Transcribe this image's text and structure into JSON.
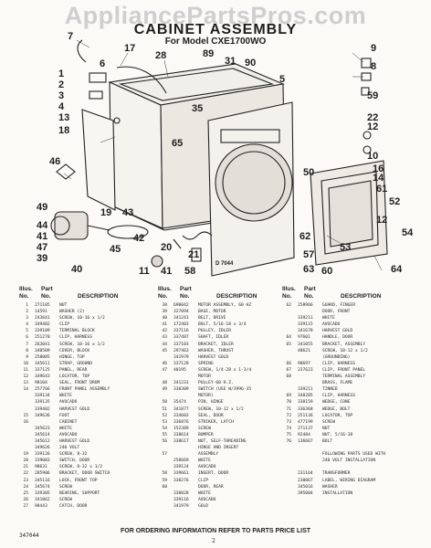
{
  "watermark": "AppliancePartsPros.com",
  "title": "CABINET ASSEMBLY",
  "model": "For Model CXE1700WO",
  "diagram_code": "D 7044",
  "callouts": [
    "7",
    "6",
    "17",
    "28",
    "89",
    "31",
    "90",
    "9",
    "8",
    "1",
    "2",
    "3",
    "4",
    "13",
    "18",
    "65",
    "35",
    "5",
    "59",
    "22",
    "12",
    "46",
    "10",
    "16",
    "14",
    "50",
    "61",
    "52",
    "12",
    "49",
    "44",
    "41",
    "47",
    "39",
    "43",
    "42",
    "45",
    "40",
    "20",
    "21",
    "58",
    "62",
    "41",
    "11",
    "63",
    "54",
    "64",
    "57",
    "60",
    "19",
    "53"
  ],
  "headers": {
    "illus": "Illus.",
    "no": "No.",
    "part": "Part",
    "pno": "No.",
    "desc": "DESCRIPTION"
  },
  "col1": [
    [
      "1",
      "271105",
      "NUT"
    ],
    [
      "2",
      "14591",
      "WASHER (2)"
    ],
    [
      "3",
      "243641",
      "SCREW, 10-16 x 1/2"
    ],
    [
      "4",
      "349402",
      "CLIP"
    ],
    [
      "5",
      "339109",
      "TERMINAL BLOCK"
    ],
    [
      "6",
      "251270",
      "CLIP, HARNESS"
    ],
    [
      "7",
      "263041",
      "SCREW, 10-16 x 1/2"
    ],
    [
      "8",
      "340509",
      "COVER, BLOCK"
    ],
    [
      "9",
      "258085",
      "HINGE, TOP"
    ],
    [
      "10",
      "345611",
      "STRAP, GROUND"
    ],
    [
      "11",
      "337125",
      "PANEL, REAR"
    ],
    [
      "12",
      "349643",
      "LOCATOR, TOP"
    ],
    [
      "13",
      "98104",
      "SEAL, FRONT DRUM"
    ],
    [
      "14",
      "257766",
      "FRONT PANEL ASSEMBLY"
    ],
    [
      "",
      "339134",
      "WHITE"
    ],
    [
      "",
      "339135",
      "AVOCADO"
    ],
    [
      "",
      "339402",
      "HARVEST GOLD"
    ],
    [
      "15",
      "349636",
      "FOOT"
    ],
    [
      "16",
      "",
      "CABINET"
    ],
    [
      "",
      "345623",
      "WHITE"
    ],
    [
      "",
      "345614",
      "AVOCADO"
    ],
    [
      "",
      "345612",
      "HARVEST GOLD"
    ],
    [
      "",
      "349626",
      "240 VOLT"
    ],
    [
      "19",
      "339126",
      "SCREW, 8-32"
    ],
    [
      "20",
      "339083",
      "SWITCH, DOOR"
    ],
    [
      "21",
      "98631",
      "SCREW, 8-32 x 1/2"
    ],
    [
      "22",
      "285906",
      "BRACKET, DOOR SWITCH"
    ],
    [
      "23",
      "345116",
      "LOCK, FRONT TOP"
    ],
    [
      "24",
      "345674",
      "SCREW"
    ],
    [
      "25",
      "339305",
      "BEARING, SUPPORT"
    ],
    [
      "26",
      "341062",
      "SCREW"
    ],
    [
      "27",
      "98443",
      "CATCH, DOOR"
    ]
  ],
  "col2": [
    [
      "38",
      "690042",
      "MOTOR ASSEMBLY, 60 HZ"
    ],
    [
      "39",
      "327094",
      "BASE, MOTOR"
    ],
    [
      "40",
      "341241",
      "BELT, DRIVE"
    ],
    [
      "41",
      "172403",
      "BOLT, 5/16-18 x 3/4"
    ],
    [
      "42",
      "337116",
      "PULLEY, IDLER"
    ],
    [
      "43",
      "337487",
      "SHAFT, IDLER"
    ],
    [
      "44",
      "337103",
      "BRACKET, IDLER"
    ],
    [
      "45",
      "297463",
      "WASHER, THRUST"
    ],
    [
      "",
      "341979",
      "HARVEST GOLD"
    ],
    [
      "46",
      "337128",
      "SPRING"
    ],
    [
      "47",
      "40195",
      "SCREW, 1/4-28 x 1-3/4"
    ],
    [
      "",
      "",
      "MOTOR"
    ],
    [
      "48",
      "341231",
      "PULLEY-60 H.Z."
    ],
    [
      "49",
      "338309",
      "SWITCH (USE W/3996-35"
    ],
    [
      "",
      "",
      "MOTOR)"
    ],
    [
      "50",
      "35474",
      "PIN, HINGE"
    ],
    [
      "51",
      "341877",
      "SCREW, 10-12 x 1/2"
    ],
    [
      "52",
      "334603",
      "SEAL, DOOR"
    ],
    [
      "53",
      "336876",
      "STRIKER, LATCH"
    ],
    [
      "54",
      "152389",
      "SCREW"
    ],
    [
      "55",
      "338614",
      "BUMPER"
    ],
    [
      "56",
      "338617",
      "NUT, SELF-THREADING"
    ],
    [
      "",
      "",
      "HINGE AND INSERT"
    ],
    [
      "57",
      "",
      "ASSEMBLY"
    ],
    [
      "",
      "258669",
      "WHITE"
    ],
    [
      "",
      "339124",
      "AVOCADO"
    ],
    [
      "58",
      "339661",
      "INSERT, DOOR"
    ],
    [
      "59",
      "338276",
      "CLIP"
    ],
    [
      "60",
      "",
      "DOOR, REAR"
    ],
    [
      "",
      "338828",
      "WHITE"
    ],
    [
      "",
      "339116",
      "AVOCADO"
    ],
    [
      "",
      "341979",
      "GOLD"
    ]
  ],
  "col3": [
    [
      "62",
      "258966",
      "GUARD, FINGER"
    ],
    [
      "",
      "",
      "DOOR, FRONT"
    ],
    [
      "",
      "339211",
      "WHITE"
    ],
    [
      "",
      "339115",
      "AVOCADO"
    ],
    [
      "",
      "341678",
      "HARVEST GOLD"
    ],
    [
      "64",
      "97601",
      "HANDLE, DOOR"
    ],
    [
      "65",
      "341055",
      "BRACKET, ASSEMBLY"
    ],
    [
      "",
      "48621",
      "SCREW, 10-12 x 1/2"
    ],
    [
      "",
      "",
      "(GROUNDING)"
    ],
    [
      "66",
      "98697",
      "CLIP, HARNESS"
    ],
    [
      "67",
      "237623",
      "CLIP, FRONT PANEL"
    ],
    [
      "68",
      "",
      "TERMINAL ASSEMBLY"
    ],
    [
      "",
      "",
      "BRASS, FLAME"
    ],
    [
      "",
      "339211",
      "TINNED"
    ],
    [
      "69",
      "348285",
      "CLIP, HARNESS"
    ],
    [
      "70",
      "338159",
      "WEDGE, CONE"
    ],
    [
      "71",
      "336368",
      "WEDGE, BOLT"
    ],
    [
      "72",
      "251136",
      "LOCATOR, TOP"
    ],
    [
      "73",
      "477199",
      "SCREW"
    ],
    [
      "74",
      "271137",
      "NUT"
    ],
    [
      "75",
      "92484",
      "NUT, 5/16-18"
    ],
    [
      "76",
      "136667",
      "BOLT"
    ],
    [
      "",
      "",
      ""
    ],
    [
      "",
      "",
      "FOLLOWING PARTS USED WITH"
    ],
    [
      "",
      "",
      "240 VOLT INSTALLATION"
    ],
    [
      "",
      "",
      ""
    ],
    [
      "",
      "231164",
      "TRANSFORMER"
    ],
    [
      "",
      "230067",
      "LABEL, WIRING DIAGRAM"
    ],
    [
      "",
      "345016",
      "WASHER"
    ],
    [
      "",
      "395004",
      "INSTALLATION"
    ]
  ],
  "footer": "FOR ORDERING INFORMATION REFER TO PARTS PRICE LIST",
  "page_number": "2",
  "doc_code": "347044"
}
